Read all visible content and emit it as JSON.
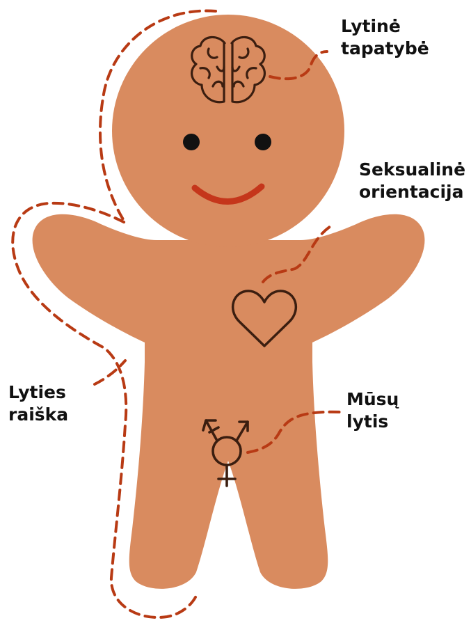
{
  "colors": {
    "body_fill": "#D98B5F",
    "dash_line": "#B83A14",
    "smile": "#C5361B",
    "icon_stroke": "#3B1E10",
    "eye": "#111111",
    "label_text": "#111111"
  },
  "labels": {
    "gender_identity": {
      "line1": "Lytinė",
      "line2": "tapatybė"
    },
    "sexual_orientation": {
      "line1": "Seksualinė",
      "line2": "orientacija"
    },
    "gender_expression": {
      "line1": "Lyties",
      "line2": "raiška"
    },
    "sex": {
      "line1": "Mūsų",
      "line2": "lytis"
    }
  },
  "icons": {
    "head_symbol": "brain-icon",
    "chest_symbol": "heart-icon",
    "hip_symbol": "transgender-symbol-icon"
  }
}
